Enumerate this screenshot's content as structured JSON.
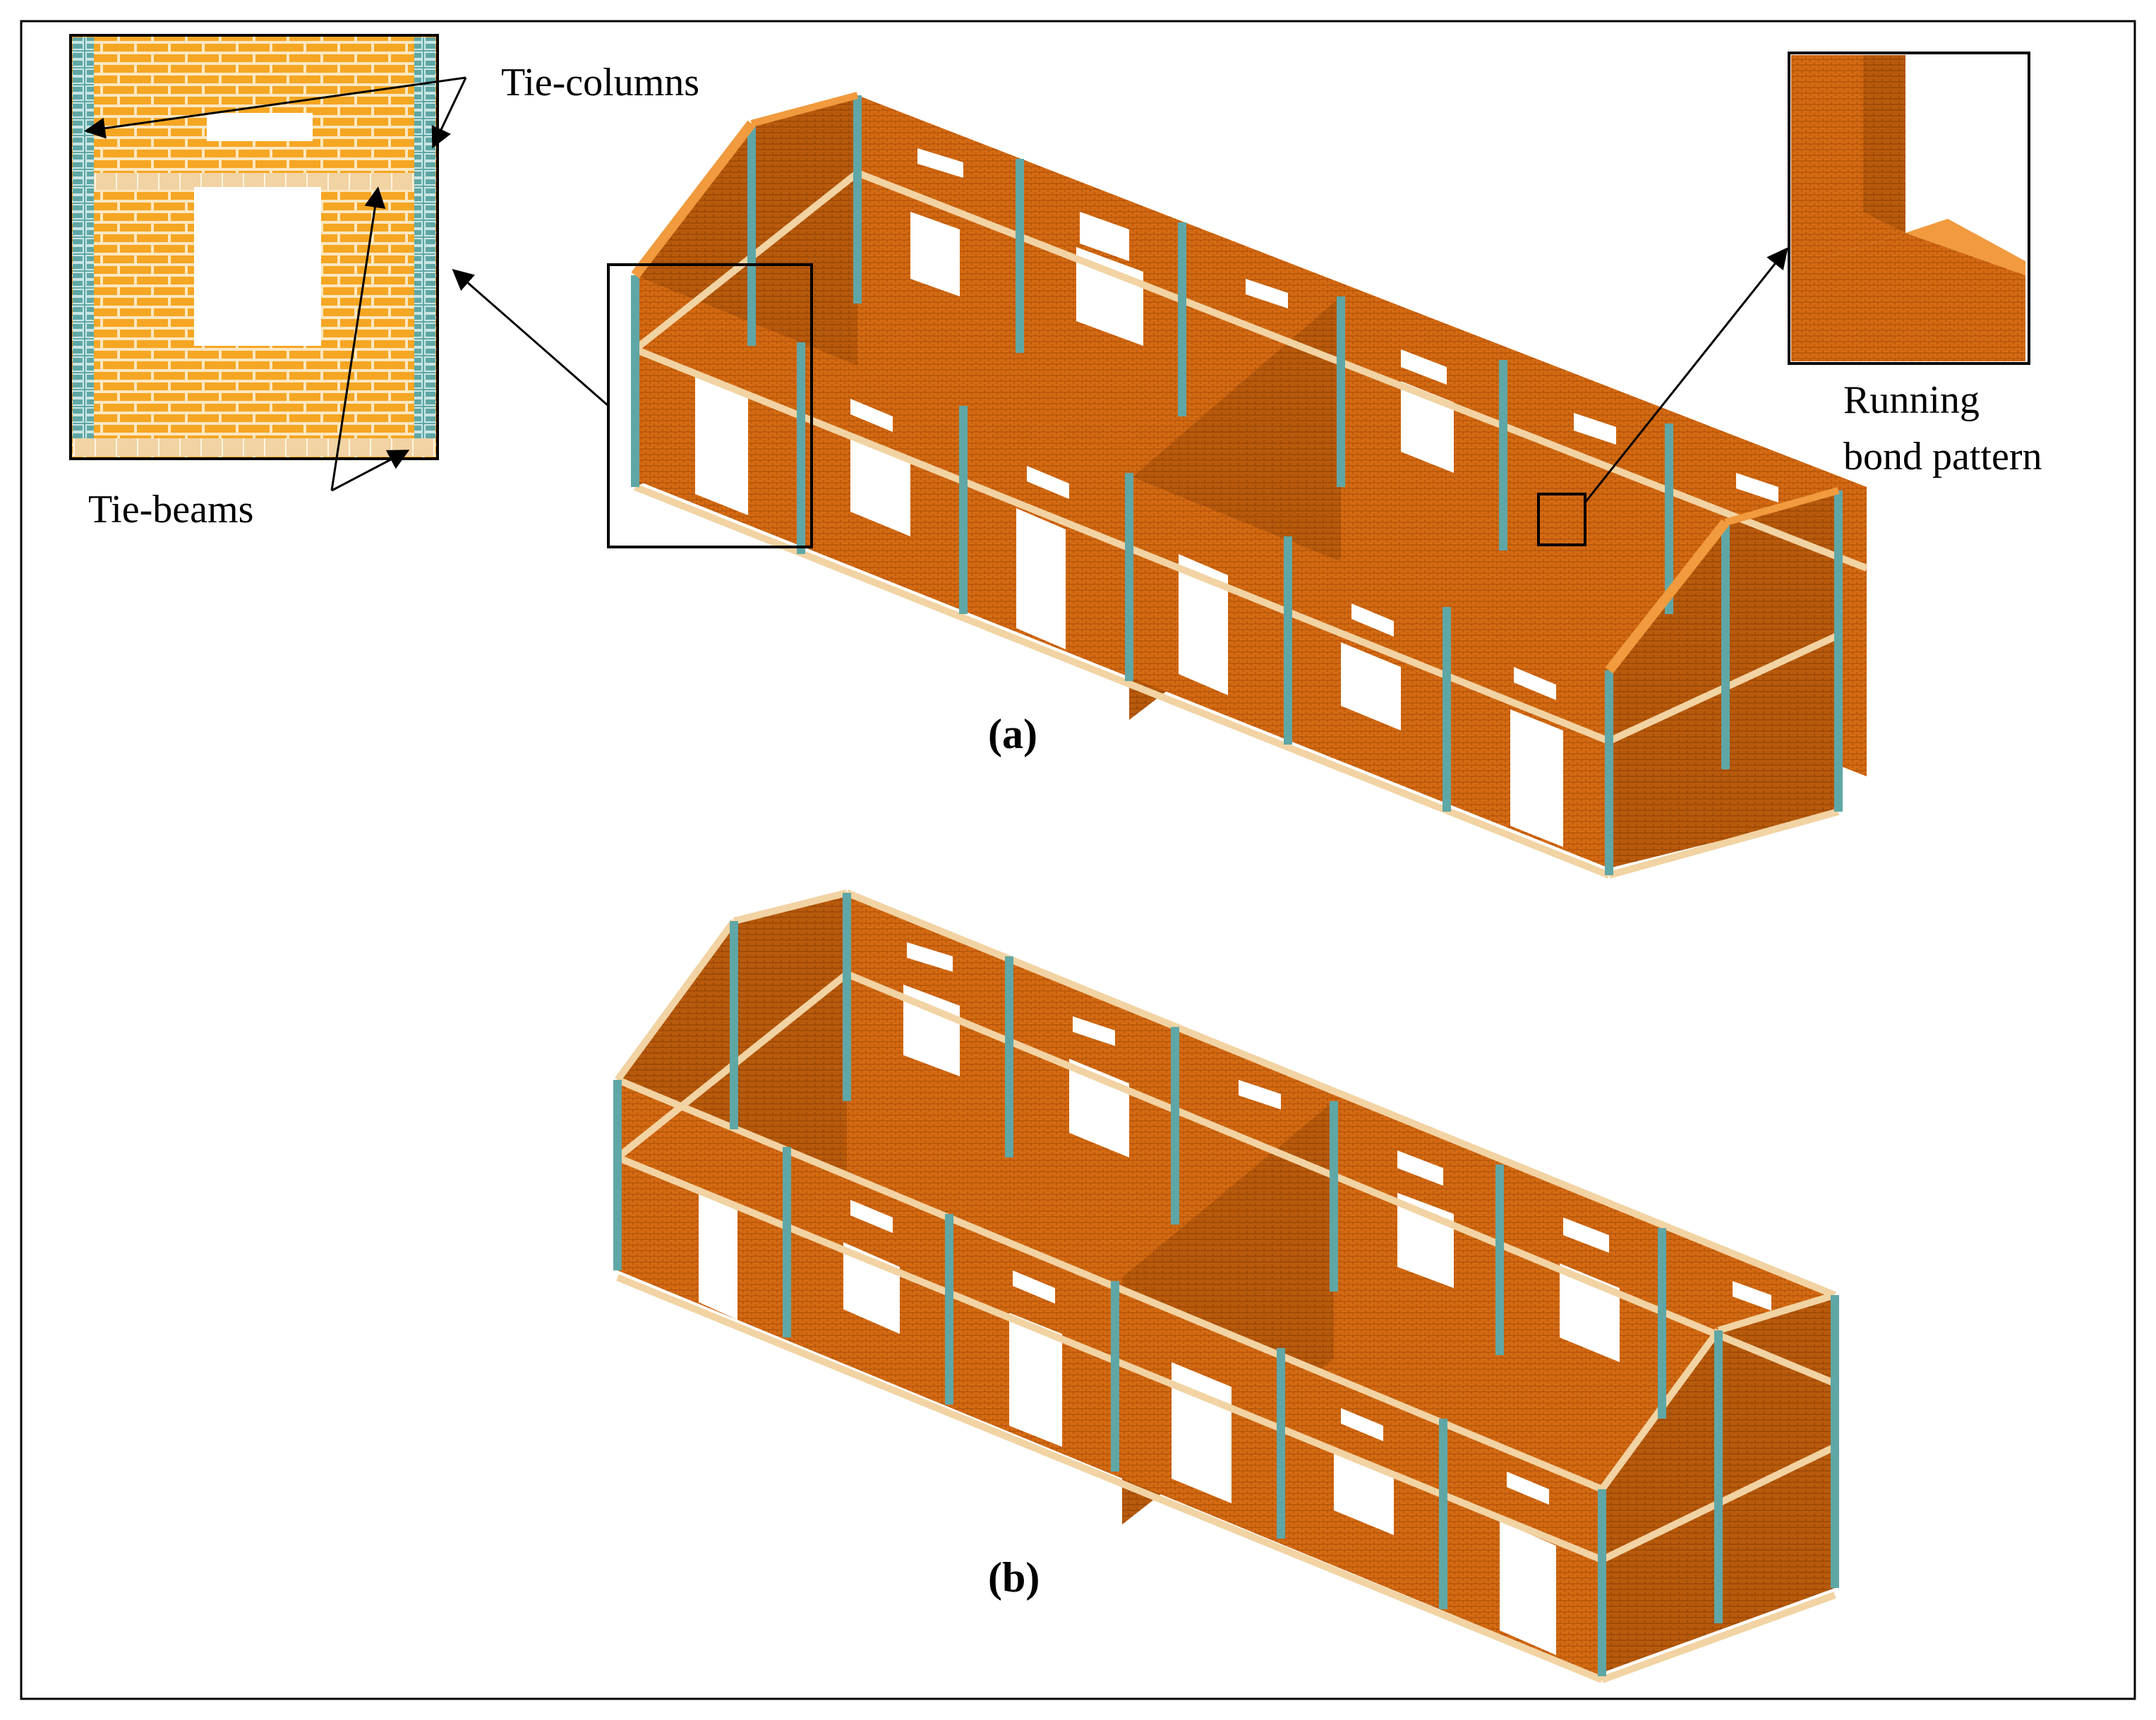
{
  "annotations": {
    "tie_columns": "Tie-columns",
    "tie_beams": "Tie-beams",
    "running_bond_line1": "Running",
    "running_bond_line2": "bond pattern"
  },
  "panels": {
    "a": "(a)",
    "b": "(b)"
  },
  "colors": {
    "brick_face": "#d46a12",
    "brick_dark": "#a84c08",
    "brick_light": "#f19a3e",
    "inset_brick": "#f5a623",
    "tie_column": "#5fa7a6",
    "tie_beam": "#f2d3a3",
    "mortar_line": "#f7d9b0",
    "frame": "#000000"
  },
  "icons": {
    "pointer": "arrow-icon"
  }
}
